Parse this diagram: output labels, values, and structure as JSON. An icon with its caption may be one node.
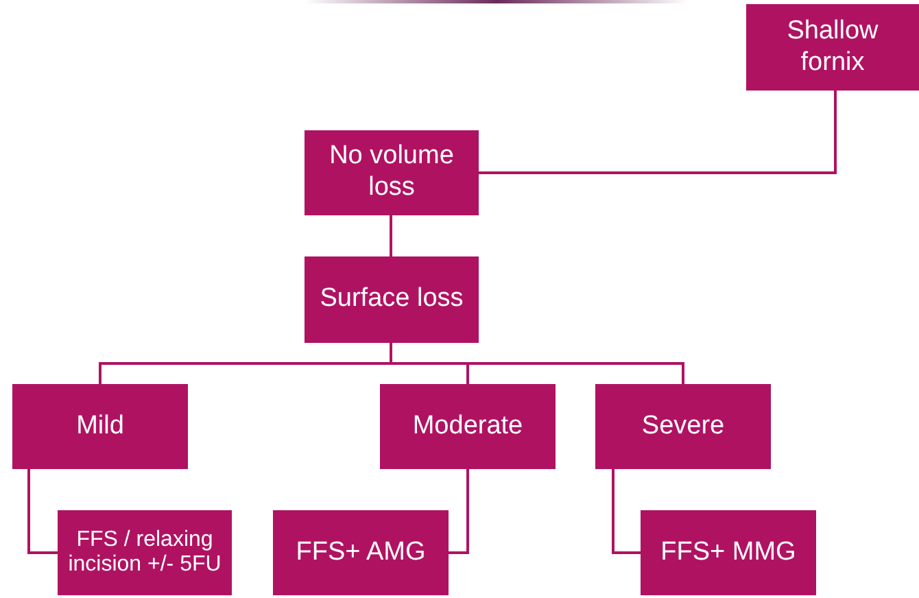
{
  "diagram": {
    "nodes": [
      {
        "text": [
          "Shallow fornix"
        ]
      },
      {
        "text": [
          "No volume loss"
        ]
      },
      {
        "text": [
          "Surface loss"
        ]
      },
      {
        "text": [
          "Mild"
        ]
      },
      {
        "text": [
          "Moderate"
        ]
      },
      {
        "text": [
          "Severe"
        ]
      },
      {
        "text": [
          "FFS / relaxing incision +/- 5FU"
        ]
      },
      {
        "text": [
          "FFS+ AMG"
        ]
      },
      {
        "text": [
          "FFS+ MMG"
        ]
      }
    ],
    "edges": [
      {
        "from": 0,
        "to": 1,
        "arrow": "none"
      },
      {
        "from": 1,
        "to": 2,
        "arrow": "none"
      },
      {
        "from": 2,
        "to": 3,
        "arrow": "none"
      },
      {
        "from": 2,
        "to": 4,
        "arrow": "none"
      },
      {
        "from": 2,
        "to": 5,
        "arrow": "none"
      },
      {
        "from": 3,
        "to": 6,
        "arrow": "none"
      },
      {
        "from": 4,
        "to": 7,
        "arrow": "none"
      },
      {
        "from": 5,
        "to": 8,
        "arrow": "none"
      }
    ]
  }
}
